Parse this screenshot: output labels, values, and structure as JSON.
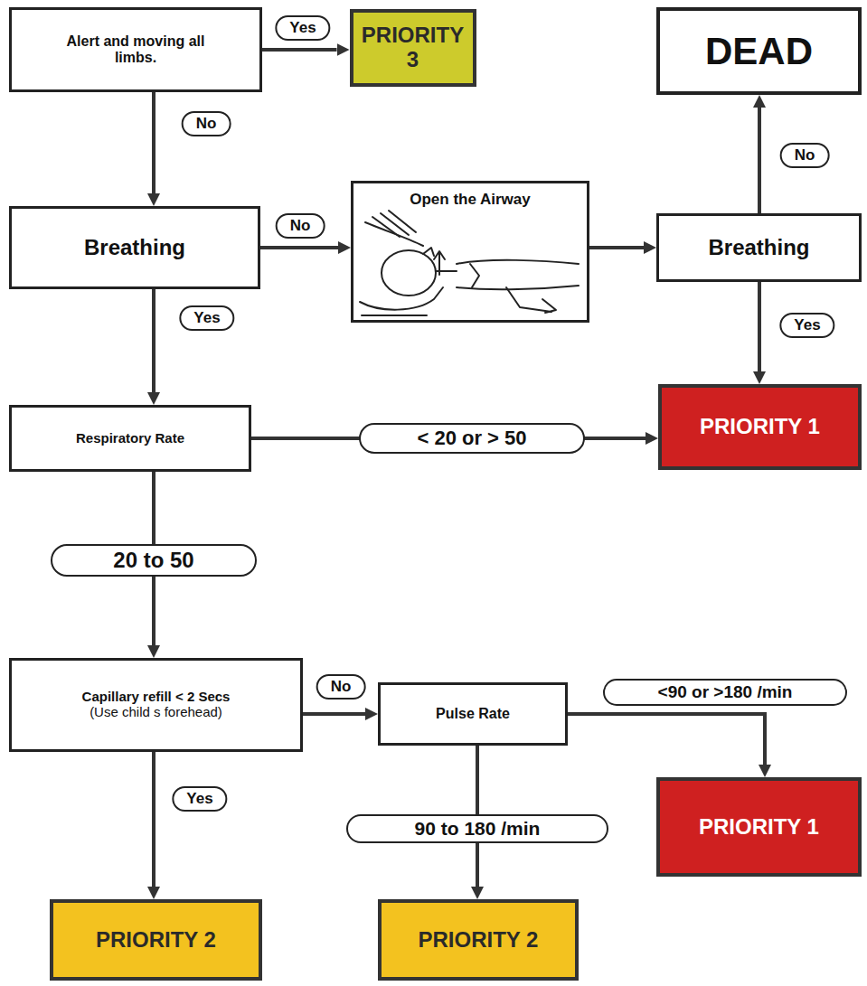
{
  "diagram": {
    "nodes": [
      {
        "text": [
          "Alert and moving all limbs."
        ]
      },
      {
        "text": [
          "PRIORITY 3"
        ]
      },
      {
        "text": [
          "DEAD"
        ]
      },
      {
        "text": [
          "Breathing"
        ]
      },
      {
        "text": [
          "Open the Airway"
        ]
      },
      {
        "text": [
          "Breathing"
        ]
      },
      {
        "text": [
          "Respiratory Rate"
        ]
      },
      {
        "text": [
          "PRIORITY 1"
        ]
      },
      {
        "text": [
          "Capillary refill < 2 Secs",
          "(Use child s forehead)"
        ]
      },
      {
        "text": [
          "Pulse Rate"
        ]
      },
      {
        "text": [
          "PRIORITY 1"
        ]
      },
      {
        "text": [
          "PRIORITY 2"
        ]
      },
      {
        "text": [
          "PRIORITY 2"
        ]
      }
    ],
    "edges": [
      {
        "from": 0,
        "to": 1,
        "label": "Yes",
        "arrow": "to"
      },
      {
        "from": 0,
        "to": 3,
        "label": "No",
        "arrow": "to"
      },
      {
        "from": 3,
        "to": 4,
        "label": "No",
        "arrow": "to"
      },
      {
        "from": 4,
        "to": 5,
        "arrow": "to"
      },
      {
        "from": 5,
        "to": 2,
        "label": "No",
        "arrow": "to"
      },
      {
        "from": 5,
        "to": 7,
        "label": "Yes",
        "arrow": "to"
      },
      {
        "from": 3,
        "to": 6,
        "label": "Yes",
        "arrow": "to"
      },
      {
        "from": 6,
        "to": 7,
        "label": "< 20 or > 50",
        "arrow": "to"
      },
      {
        "from": 6,
        "to": 8,
        "label": "20 to 50",
        "arrow": "to"
      },
      {
        "from": 8,
        "to": 9,
        "label": "No",
        "arrow": "to"
      },
      {
        "from": 8,
        "to": 11,
        "label": "Yes",
        "arrow": "to"
      },
      {
        "from": 9,
        "to": 12,
        "label": "90 to 180 /min",
        "arrow": "to"
      },
      {
        "from": 9,
        "to": 10,
        "label": "<90 or >180 /min",
        "arrow": "to"
      }
    ]
  }
}
